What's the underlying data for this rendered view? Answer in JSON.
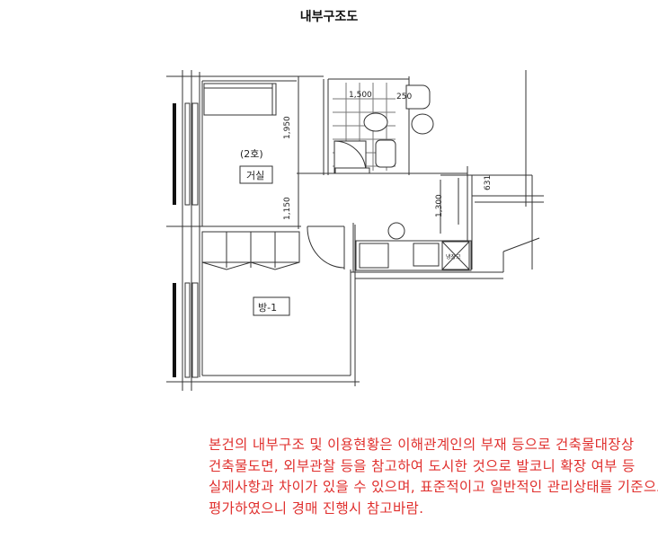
{
  "title": "내부구조도",
  "plan": {
    "unit_label": "(2호)",
    "rooms": {
      "living": "거실",
      "bedroom": "방-1",
      "fridge": "냉장고"
    },
    "dimensions": {
      "d1": "1,950",
      "d2": "1,150",
      "d3": "1,500",
      "d4": "250",
      "d5": "1,300",
      "d6": "631"
    }
  },
  "note": {
    "lines": [
      "본건의 내부구조 및 이용현황은 이해관계인의 부재 등으로 건축물대장상",
      "건축물도면, 외부관찰 등을 참고하여 도시한 것으로 발코니 확장 여부 등",
      "실제사항과 차이가 있을 수 있으며, 표준적이고 일반적인 관리상태를 기준으로",
      "평가하였으니 경매 진행시 참고바람."
    ],
    "color": "#e0302e"
  }
}
